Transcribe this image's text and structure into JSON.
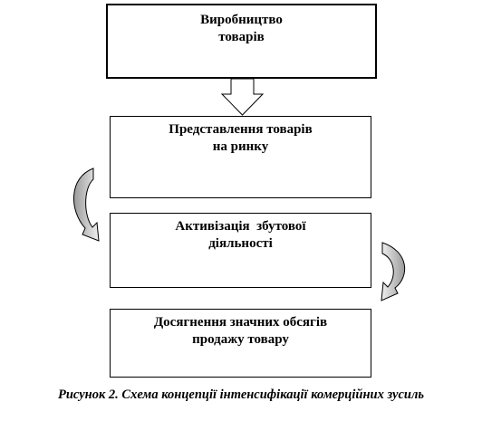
{
  "steps": [
    {
      "lines": [
        "Виробництво",
        "товарів"
      ]
    },
    {
      "lines": [
        "Представлення товарів",
        "на ринку"
      ]
    },
    {
      "lines": [
        "Активізація  збутової",
        "діяльності"
      ]
    },
    {
      "lines": [
        "Досягнення значних обсягів",
        "продажу товару"
      ]
    }
  ],
  "caption": "Рисунок 2. Схема концепції інтенсифікації комерційних зусиль",
  "colors": {
    "stroke": "#000000",
    "arrow_light": "#e8e8e8",
    "arrow_dark": "#9a9a9a"
  },
  "icons": [
    "down-block-arrow-icon",
    "curved-arrow-left-icon",
    "curved-arrow-right-icon"
  ]
}
